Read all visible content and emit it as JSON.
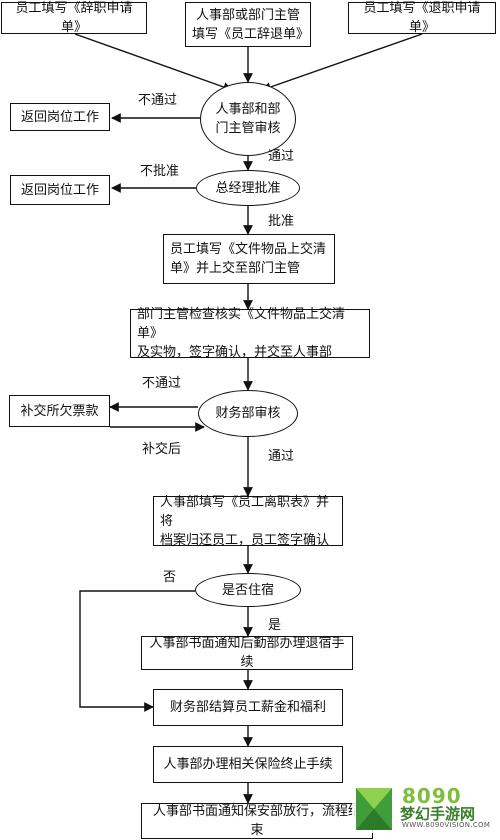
{
  "nodes": {
    "top_left": "员工填写《辞职申请单》",
    "top_mid": "人事部或部门主管\n填写《员工辞退单》",
    "top_right": "员工填写《退职申请单》",
    "review1": "人事部和部\n门主管审核",
    "return1": "返回岗位工作",
    "gm": "总经理批准",
    "return2": "返回岗位工作",
    "submit_list": "员工填写《文件物品上交清\n单》并上交至部门主管",
    "check": "部门主管检查核实《文件物品上交清单》\n及实物，签字确认，并交至人事部",
    "finance_review": "财务部审核",
    "repay": "补交所欠票款",
    "departure_form": "人事部填写《员工离职表》并将\n档案归还员工，员工签字确认",
    "dorm": "是否住宿",
    "dorm_notice": "人事部书面通知后勤部办理退宿手续",
    "salary": "财务部结算员工薪金和福利",
    "insurance": "人事部办理相关保险终止手续",
    "security": "人事部书面通知保安部放行，流程结束"
  },
  "edge_labels": {
    "reject1": "不通过",
    "pass1": "通过",
    "not_approved": "不批准",
    "approved": "批准",
    "reject2": "不通过",
    "after_repay": "补交后",
    "pass2": "通过",
    "no": "否",
    "yes": "是"
  },
  "watermark": {
    "number": "8090",
    "name": "梦幻手游网",
    "url": "WWW.8090VISION.COM"
  }
}
